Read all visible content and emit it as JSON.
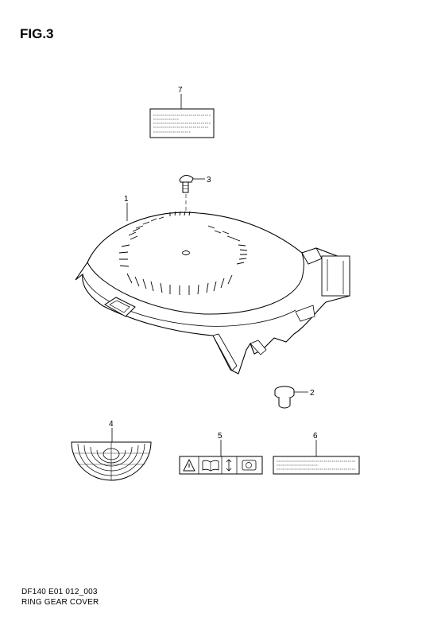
{
  "figure": {
    "label": "FIG.3"
  },
  "footer": {
    "code": "DF140 E01 012_003",
    "caption": "RING GEAR COVER"
  },
  "callouts": [
    {
      "number": "1"
    },
    {
      "number": "2"
    },
    {
      "number": "3"
    },
    {
      "number": "4"
    },
    {
      "number": "5"
    },
    {
      "number": "6"
    },
    {
      "number": "7"
    }
  ]
}
